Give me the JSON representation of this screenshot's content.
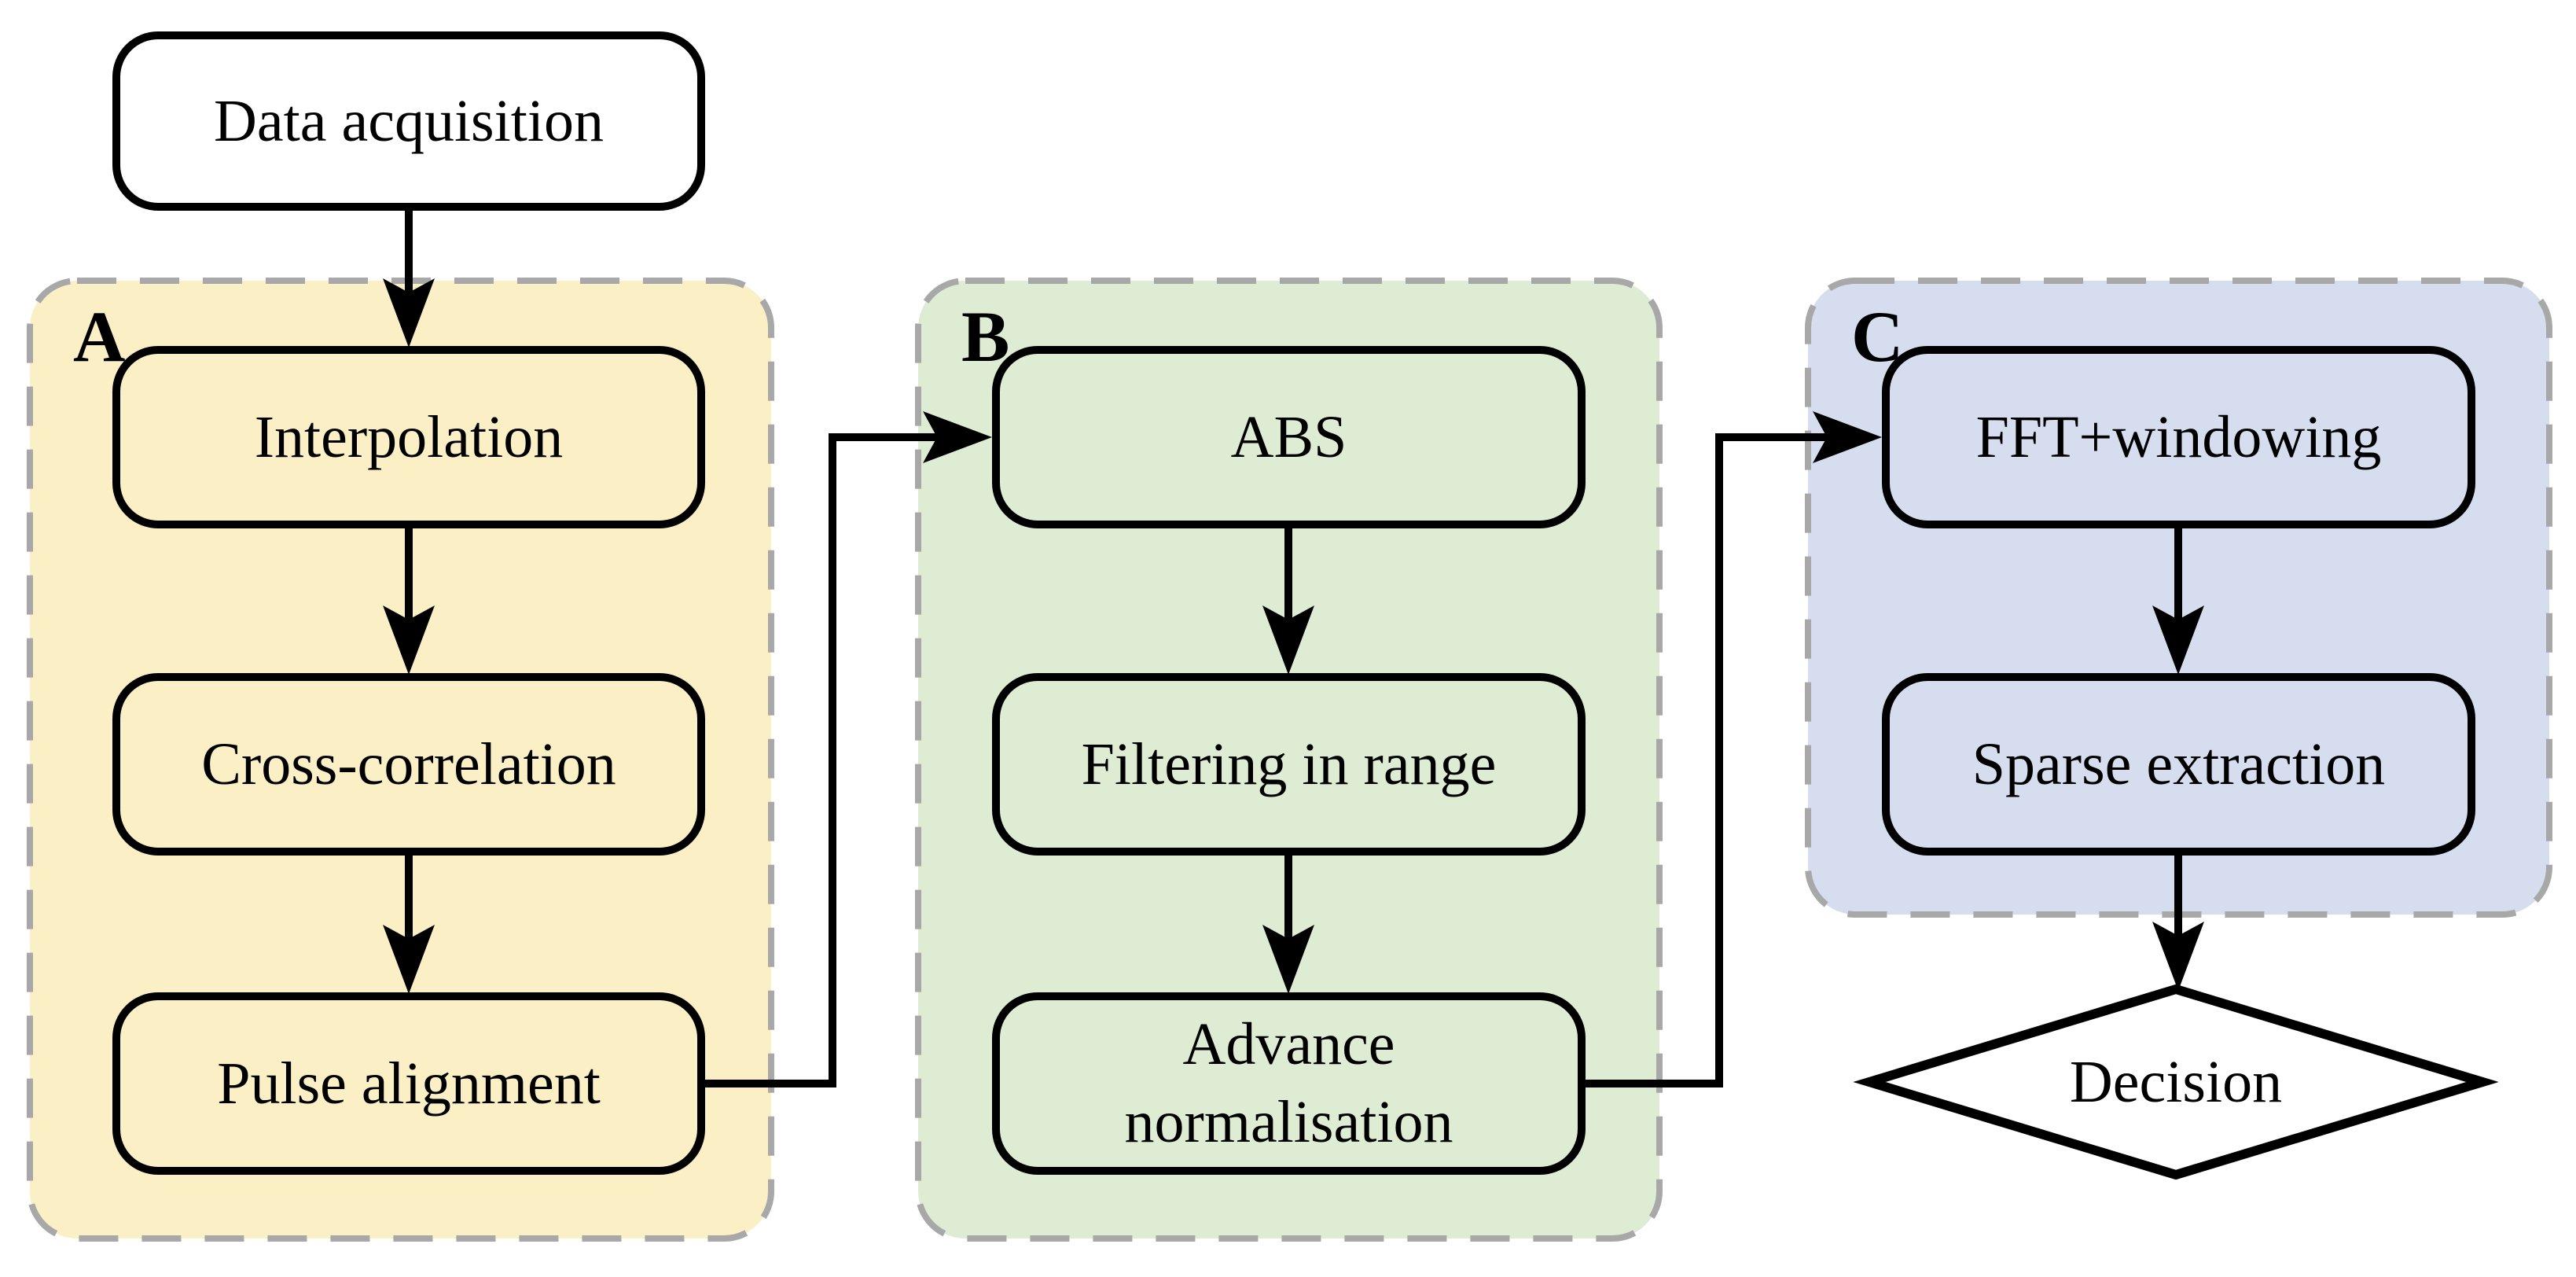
{
  "flowchart": {
    "start": {
      "label": "Data acquisition"
    },
    "groups": [
      {
        "label": "A",
        "fill": "#fbefc6",
        "nodes": [
          {
            "label": "Interpolation"
          },
          {
            "label": "Cross-correlation"
          },
          {
            "label": "Pulse alignment"
          }
        ]
      },
      {
        "label": "B",
        "fill": "#dfecd4",
        "nodes": [
          {
            "label": "ABS"
          },
          {
            "label": "Filtering in range"
          },
          {
            "label": "Advance normalisation"
          }
        ]
      },
      {
        "label": "C",
        "fill": "#d5ddef",
        "nodes": [
          {
            "label": "FFT+windowing"
          },
          {
            "label": "Sparse extraction"
          }
        ]
      }
    ],
    "decision": {
      "label": "Decision"
    },
    "colors": {
      "background": "#ffffff",
      "node_border": "#000000",
      "node_text": "#000000",
      "arrow": "#000000",
      "panel_border": "#a8a8a8",
      "start_fill": "#ffffff",
      "decision_fill": "#ffffff"
    }
  }
}
